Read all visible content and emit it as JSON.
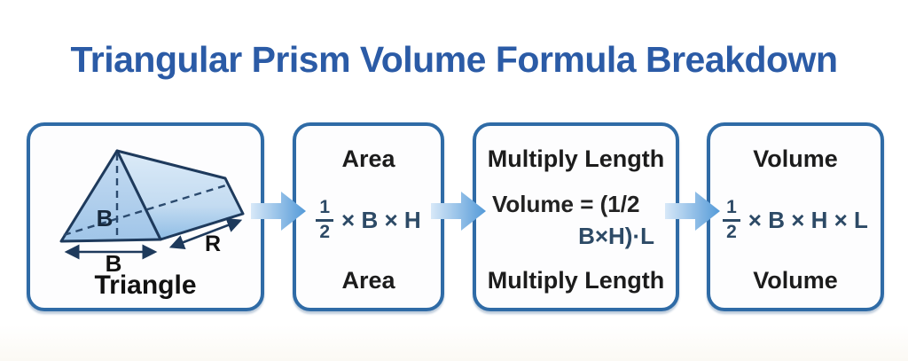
{
  "title": "Triangular Prism Volume Formula Breakdown",
  "colors": {
    "title_blue": "#2b5ba6",
    "box_border_blue": "#2f6ba6",
    "formula_navy": "#2d4a66",
    "label_black": "#1c1c1c",
    "arrow_gradient_start": "#d7e8f8",
    "arrow_gradient_end": "#549ad8",
    "prism_outline": "#1e3a5c",
    "prism_fill_light": "#dcebf8",
    "prism_fill_dark": "#8fbde5"
  },
  "diagram": {
    "caption": "Triangle",
    "height_label": "B",
    "base_label": "B",
    "depth_label": "R"
  },
  "steps": {
    "area": {
      "top_label": "Area",
      "fraction_numerator": "1",
      "fraction_denominator": "2",
      "formula_rest": "× B × H",
      "bottom_label": "Area"
    },
    "multiply_length": {
      "top_label": "Multiply Length",
      "formula_line1": "Volume = (1/2",
      "formula_line2": "B×H)·L",
      "bottom_label": "Multiply Length"
    },
    "volume": {
      "top_label": "Volume",
      "fraction_numerator": "1",
      "fraction_denominator": "2",
      "formula_rest": "× B × H × L",
      "bottom_label": "Volume"
    }
  },
  "arrows": {
    "flow_arrow_1": "right-flow-arrow",
    "flow_arrow_2": "right-flow-arrow",
    "flow_arrow_3": "right-flow-arrow"
  }
}
